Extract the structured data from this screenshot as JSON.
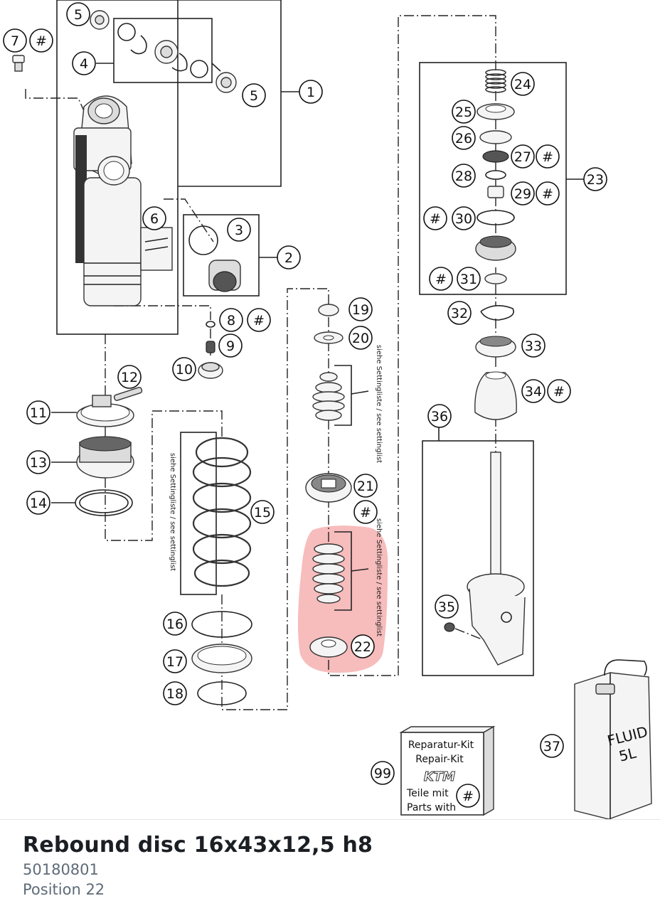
{
  "part": {
    "title": "Rebound disc 16x43x12,5 h8",
    "number": "50180801",
    "position": "Position 22"
  },
  "callouts": [
    "1",
    "2",
    "3",
    "4",
    "5",
    "5",
    "6",
    "7",
    "#",
    "8",
    "#",
    "9",
    "10",
    "11",
    "12",
    "13",
    "14",
    "15",
    "16",
    "17",
    "18",
    "19",
    "20",
    "21",
    "#",
    "22",
    "23",
    "24",
    "25",
    "26",
    "27",
    "#",
    "28",
    "29",
    "#",
    "#",
    "30",
    "#",
    "31",
    "32",
    "33",
    "34",
    "#",
    "35",
    "36",
    "37",
    "99",
    "#"
  ],
  "labels": {
    "setting_list_1": "siehe Settingliste / see settinglist",
    "setting_list_2": "siehe Settingliste / see settinglist",
    "setting_list_3": "siehe Settingliste / see settinglist",
    "fluid_line1": "FLUID",
    "fluid_line2": "5L",
    "kit_line1": "Reparatur-Kit",
    "kit_line2": "Repair-Kit",
    "kit_brand": "KTM",
    "kit_line3": "Teile mit",
    "kit_line4": "Parts with"
  },
  "colors": {
    "highlight": "#f4a6a6",
    "line": "#222222",
    "title": "#1b1f24",
    "subtext": "#5f6b78"
  }
}
